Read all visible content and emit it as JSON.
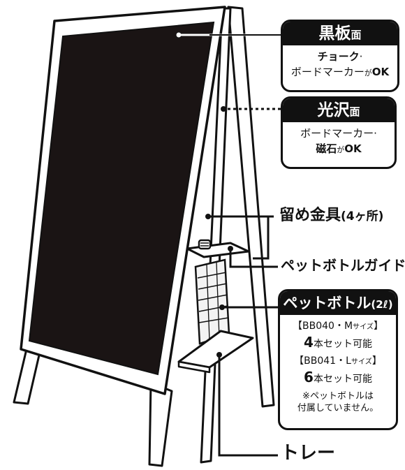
{
  "callouts": {
    "blackboard": {
      "title_main": "黒板",
      "title_small": "面",
      "line1": "チョーク",
      "line1_suffix": "·",
      "line2_prefix": "ボードマーカー",
      "line2_ga": "が",
      "line2_ok": "OK"
    },
    "glossy": {
      "title_main": "光沢",
      "title_small": "面",
      "line1": "ボードマーカー·",
      "line2_bold": "磁石",
      "line2_ga": "が",
      "line2_ok": "OK"
    },
    "bracket": {
      "main": "留め金具",
      "paren": "(4ヶ所)"
    },
    "bottle_guide": {
      "text": "ペットボトルガイド"
    },
    "pet_bottle": {
      "title_main": "ペットボトル",
      "title_paren": "(2ℓ)",
      "m_model": "【BB040・M",
      "m_size": "サイズ",
      "m_close": "】",
      "m_count": "4",
      "m_text": "本セット可能",
      "l_model": "【BB041・L",
      "l_size": "サイズ",
      "l_close": "】",
      "l_count": "6",
      "l_text": "本セット可能",
      "note1": "※ペットボトルは",
      "note2": "付属していません。"
    },
    "tray": {
      "text": "トレー"
    }
  },
  "colors": {
    "board": "#1a1414",
    "frame": "#ffffff",
    "ink": "#111111",
    "bottle": "#f3f3f3"
  }
}
